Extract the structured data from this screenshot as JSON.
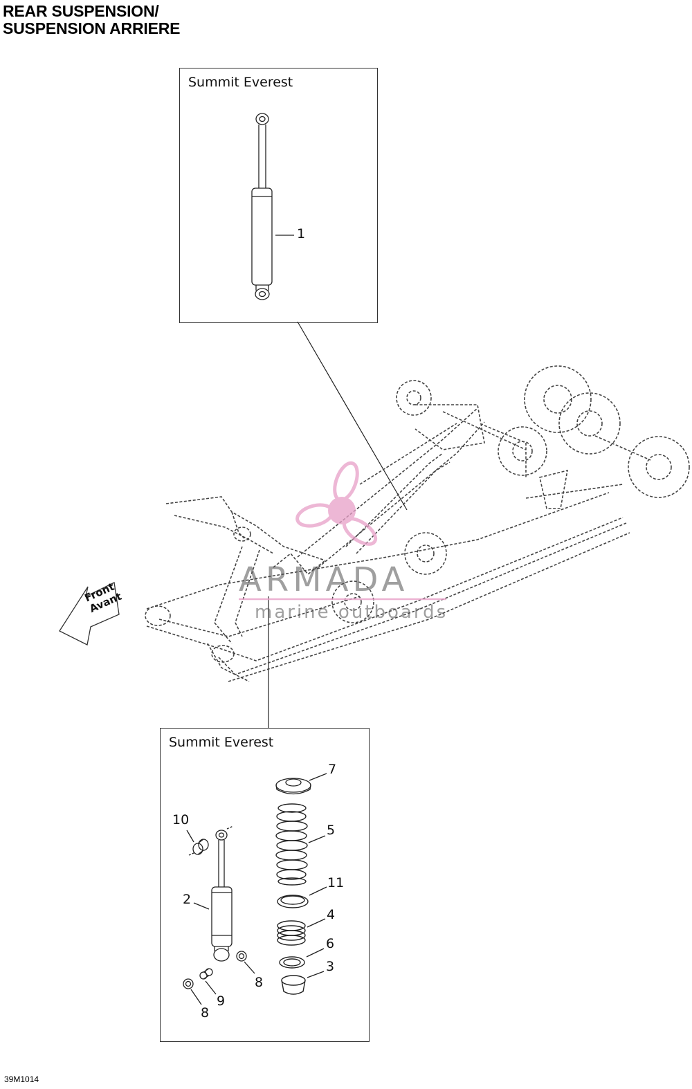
{
  "title": {
    "line1": "REAR SUSPENSION/",
    "line2": "SUSPENSION ARRIERE"
  },
  "top_box": {
    "label": "Summit Everest",
    "callouts": [
      "1"
    ]
  },
  "bottom_box": {
    "label": "Summit Everest",
    "callouts": [
      "7",
      "10",
      "5",
      "11",
      "2",
      "4",
      "6",
      "3",
      "8",
      "9",
      "8"
    ]
  },
  "direction_arrow": {
    "line1": "Front",
    "line2": "Avant"
  },
  "watermark": {
    "brand": "ARMADA",
    "tagline": "marine outboards",
    "color": "#e8a0c8"
  },
  "diagram_code": "39M1014"
}
